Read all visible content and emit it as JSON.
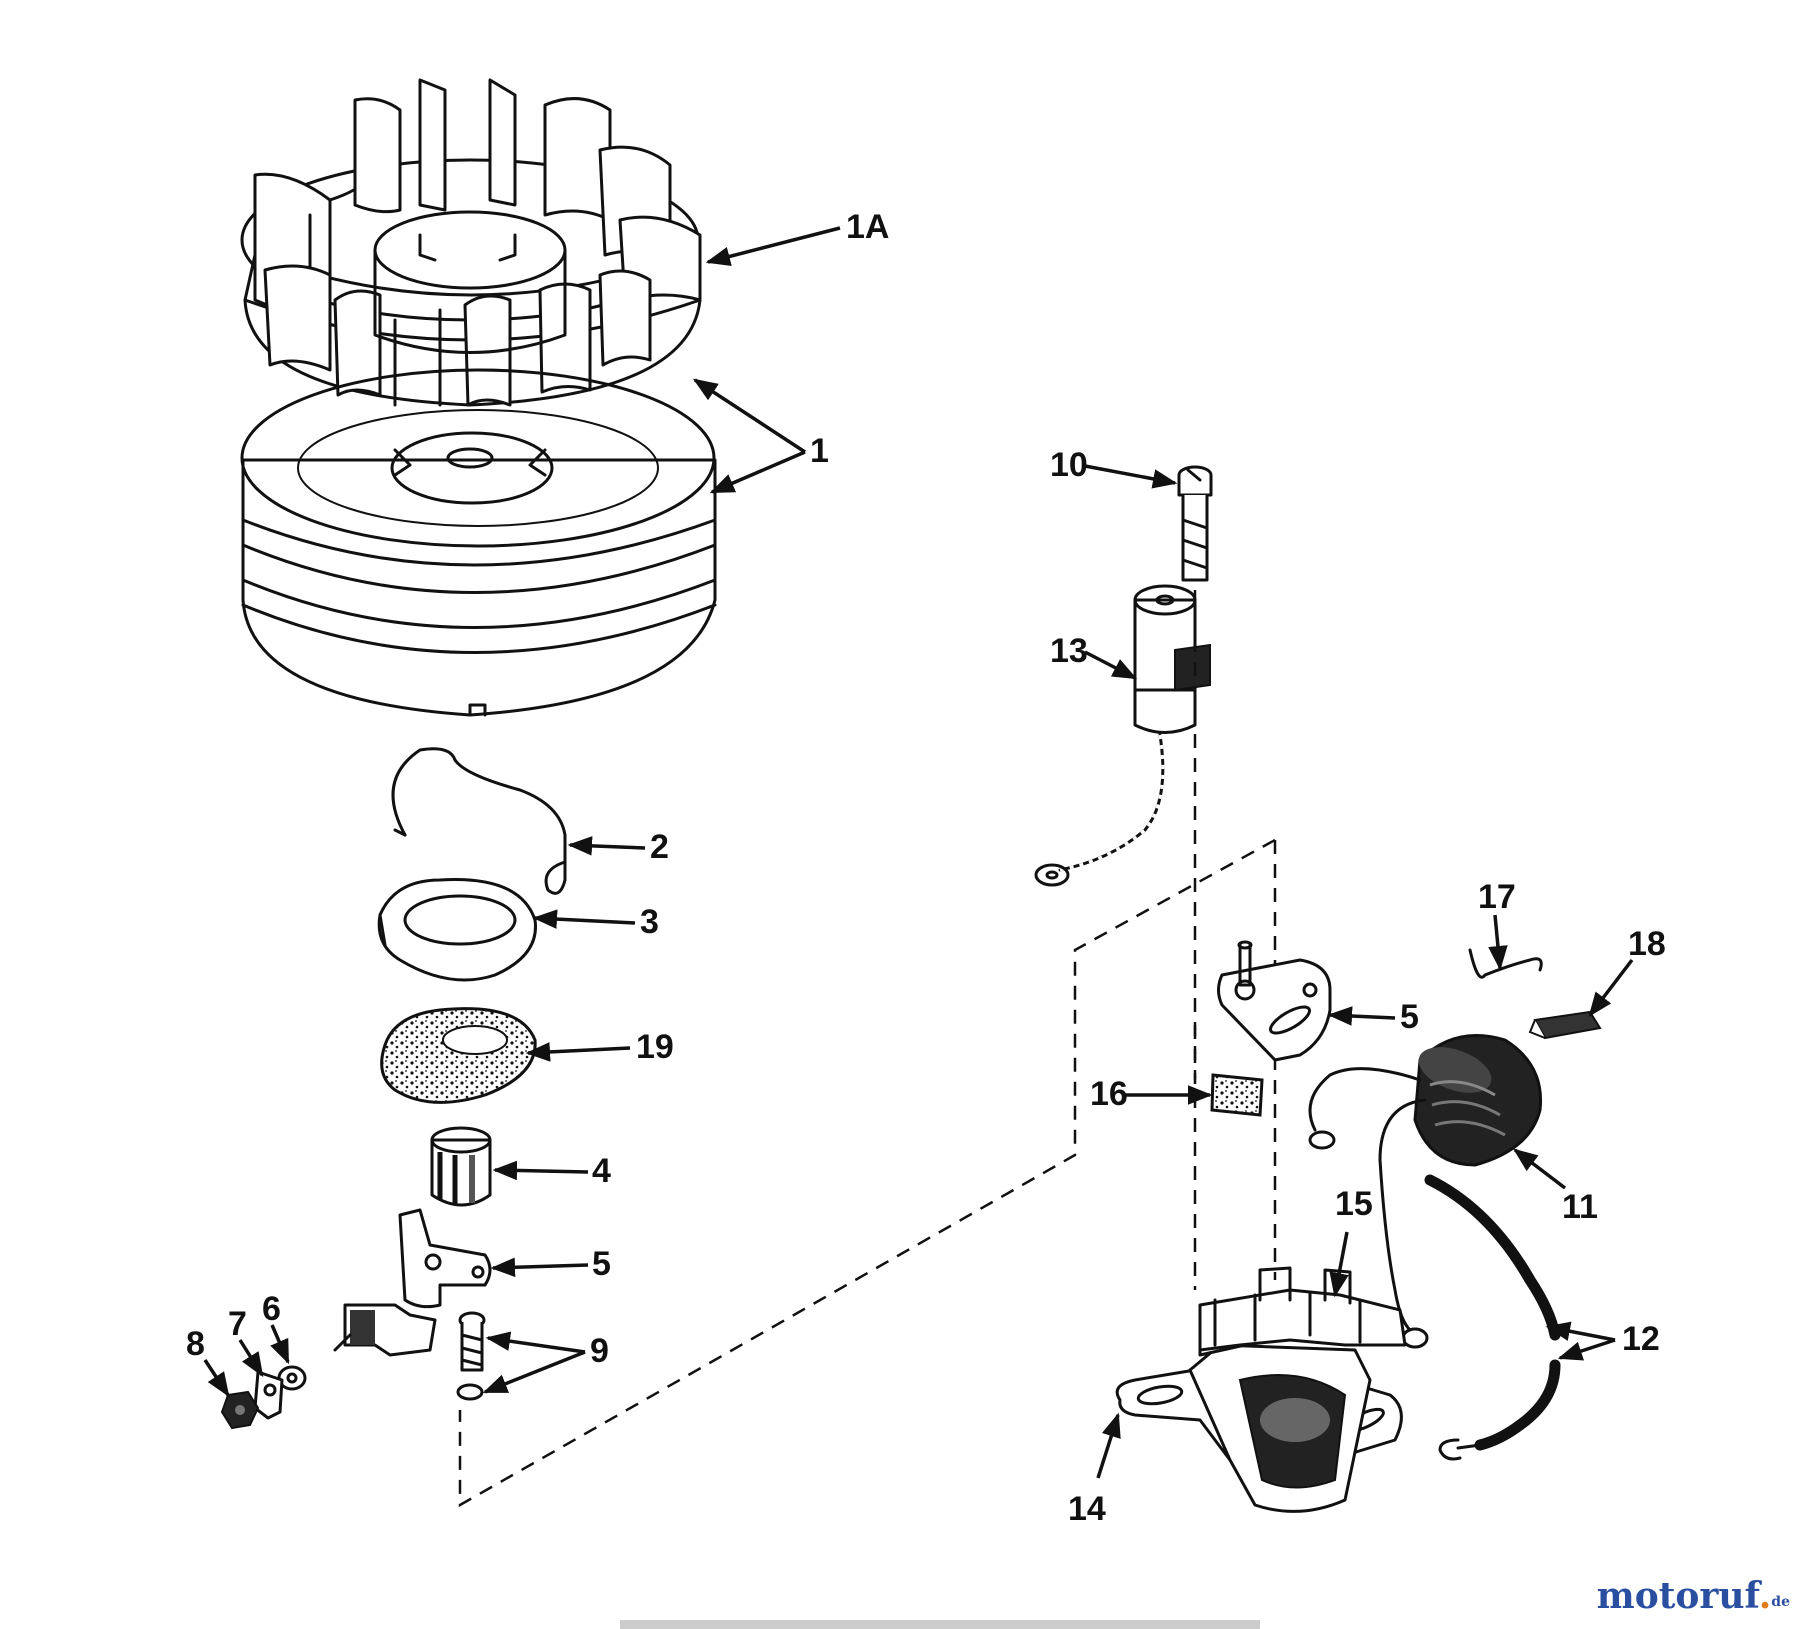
{
  "callouts": {
    "c1A": "1A",
    "c1": "1",
    "c2": "2",
    "c3": "3",
    "c19": "19",
    "c4": "4",
    "c5a": "5",
    "c6": "6",
    "c7": "7",
    "c8": "8",
    "c9": "9",
    "c10": "10",
    "c13": "13",
    "c17": "17",
    "c18": "18",
    "c5b": "5",
    "c16": "16",
    "c11": "11",
    "c15": "15",
    "c12": "12",
    "c14": "14"
  },
  "watermark": {
    "main": "motoruf",
    "dot": ".",
    "tld": "de"
  },
  "colors": {
    "ink": "#111111",
    "watermark_blue": "#2a4fa0",
    "watermark_orange": "#e07a1c"
  }
}
